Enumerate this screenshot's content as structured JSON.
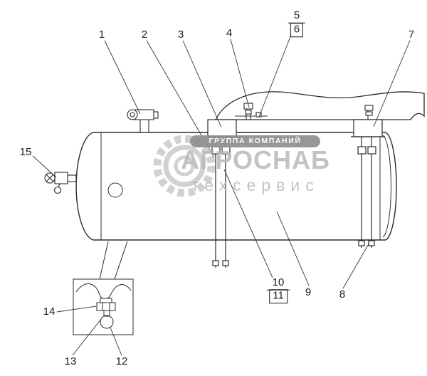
{
  "callouts": {
    "c1": "1",
    "c2": "2",
    "c3": "3",
    "c4": "4",
    "c5": "5",
    "c6": "6",
    "c7": "7",
    "c8": "8",
    "c9": "9",
    "c10": "10",
    "c11": "11",
    "c12": "12",
    "c13": "13",
    "c14": "14",
    "c15": "15"
  },
  "watermark": {
    "band": "ГРУППА КОМПАНИЙ",
    "name": "АГРОСНАБ",
    "sub": "техсервис"
  },
  "colors": {
    "line": "#2b2b2b",
    "thin_line": "#3a3a3a",
    "watermark_gray": "#b9b9b9",
    "watermark_band": "#8f8f8f"
  }
}
